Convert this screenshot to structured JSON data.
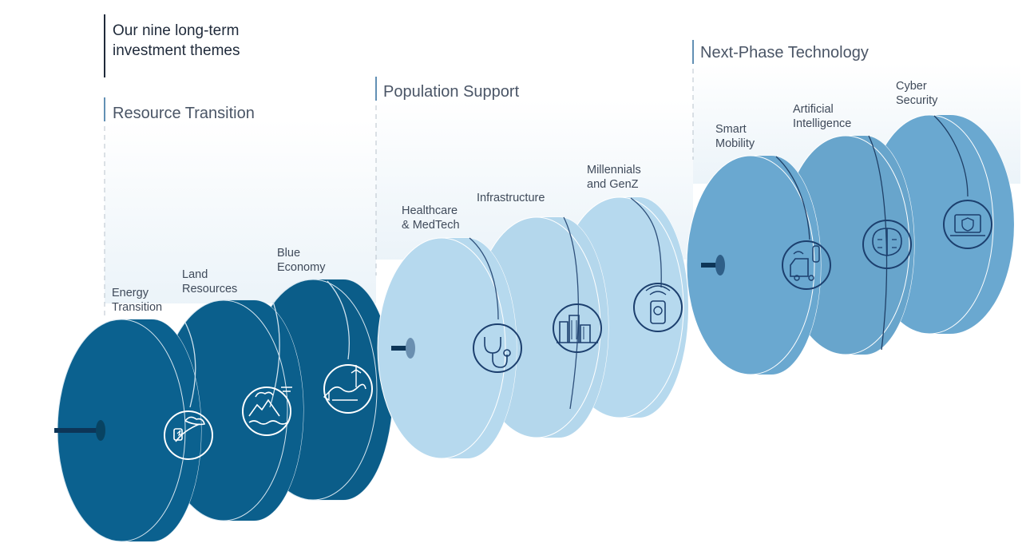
{
  "intro": {
    "line1": "Our nine long-term",
    "line2": "investment themes"
  },
  "groups": [
    {
      "name": "Resource Transition",
      "color": "#0b5f8c",
      "themes": [
        {
          "line1": "Energy",
          "line2": "Transition",
          "icon": "energy-transition-icon"
        },
        {
          "line1": "Land",
          "line2": "Resources",
          "icon": "land-resources-icon"
        },
        {
          "line1": "Blue",
          "line2": "Economy",
          "icon": "blue-economy-icon"
        }
      ]
    },
    {
      "name": "Population Support",
      "color": "#b6d9ee",
      "themes": [
        {
          "line1": "Healthcare",
          "line2": "& MedTech",
          "icon": "healthcare-icon"
        },
        {
          "line1": "Infrastructure",
          "line2": "",
          "icon": "infrastructure-icon"
        },
        {
          "line1": "Millennials",
          "line2": "and GenZ",
          "icon": "smartphone-icon"
        }
      ]
    },
    {
      "name": "Next-Phase Technology",
      "color": "#6aa8d0",
      "themes": [
        {
          "line1": "Smart",
          "line2": "Mobility",
          "icon": "smart-mobility-icon"
        },
        {
          "line1": "Artificial",
          "line2": "Intelligence",
          "icon": "ai-brain-icon"
        },
        {
          "line1": "Cyber",
          "line2": "Security",
          "icon": "cyber-security-icon"
        }
      ]
    }
  ],
  "colors": {
    "axle": "#0d3557",
    "icon_stroke": "#1c3f6e",
    "divider": "#b9c3cc"
  }
}
